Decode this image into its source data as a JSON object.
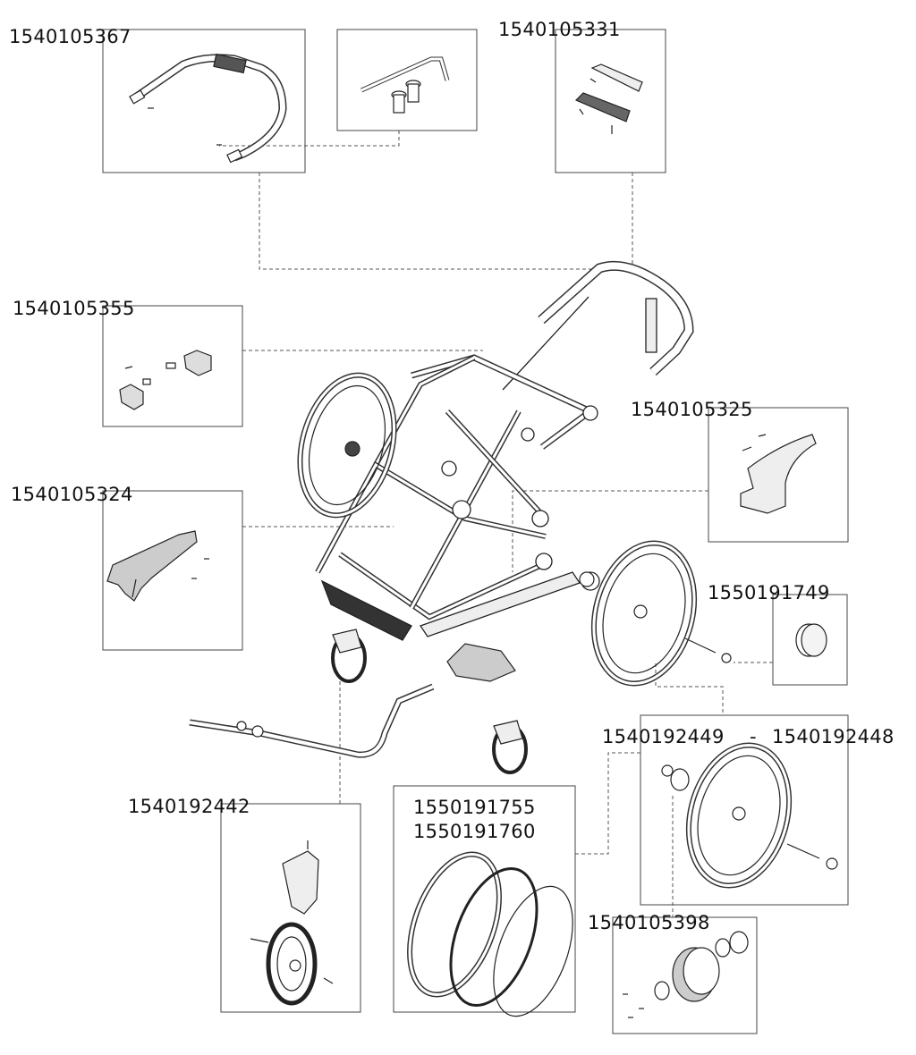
{
  "part_numbers": {
    "handlebar": "1540105367",
    "handlebar_clip": "1540105331",
    "frame_latch": "1540105355",
    "brake_handle": "1540105325",
    "footrest_bracket": "1540105324",
    "hub_cap": "1550191749",
    "rear_wheel_range_start": "1540192449",
    "rear_wheel_range_sep": "-",
    "rear_wheel_range_end": "1540192448",
    "front_swivel_wheel": "1540192442",
    "tire_a": "1550191755",
    "tire_b": "1550191760",
    "wheel_hub": "1540105398"
  },
  "colors": {
    "line": "#222222",
    "leader": "#555555",
    "box": "#444444"
  }
}
